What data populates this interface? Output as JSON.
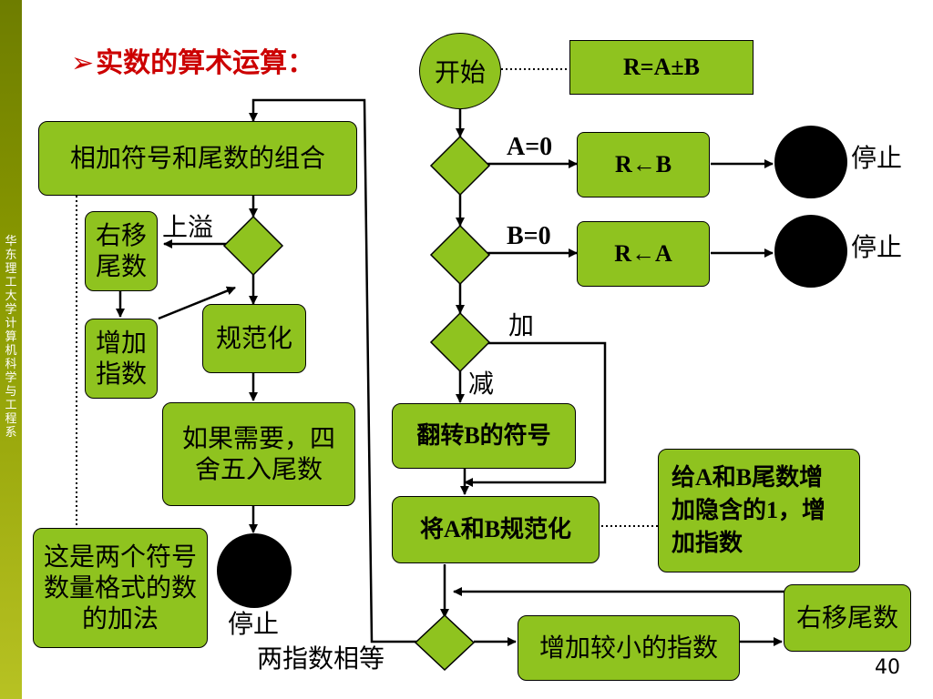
{
  "sidebar": {
    "text": "华东理工大学计算机科学与工程系"
  },
  "slide": {
    "title": "实数的算术运算：",
    "page_number": "40"
  },
  "formula": "R=A±B",
  "left_flow": {
    "combine": "相加符号和尾数的组合",
    "overflow_label": "上溢",
    "shift_right": "右移尾数",
    "increase_exp": "增加指数",
    "normalize": "规范化",
    "round": "如果需要，四舍五入尾数",
    "stop": "停止",
    "note": "这是两个符号数量格式的数的加法"
  },
  "right_flow": {
    "start": "开始",
    "a_zero": "A=0",
    "r_b": "R←B",
    "stop1": "停止",
    "b_zero": "B=0",
    "r_a": "R←A",
    "stop2": "停止",
    "add_label": "加",
    "sub_label": "减",
    "flip_sign": "翻转B的符号",
    "normalize_ab": "将A和B规范化",
    "hidden_one": "给A和B尾数增加隐含的1，增加指数",
    "exp_equal": "两指数相等",
    "increase_smaller": "增加较小的指数",
    "shift_mantissa": "右移尾数"
  },
  "colors": {
    "box_fill": "#8fc31f",
    "title": "#cc0000"
  }
}
